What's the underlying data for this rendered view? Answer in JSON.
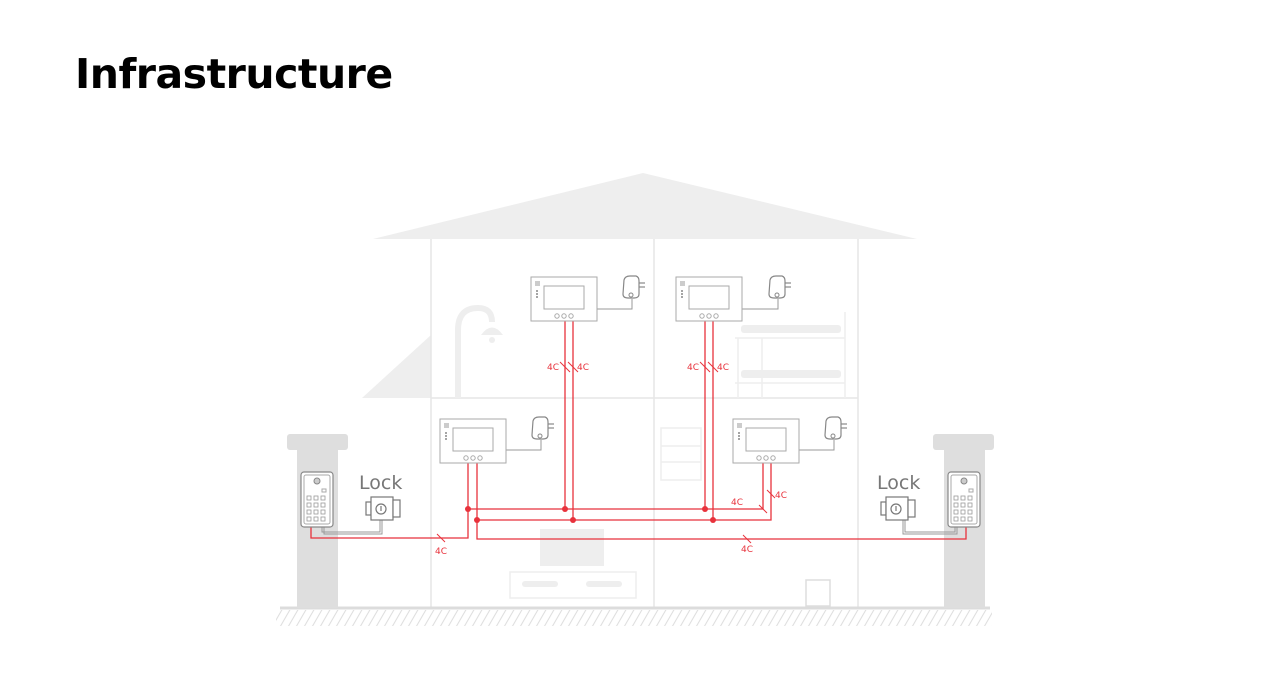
{
  "page": {
    "title": "Infrastructure"
  },
  "diagram": {
    "lock_label_left": "Lock",
    "lock_label_right": "Lock",
    "wire_labels": {
      "top_left_a": "4C",
      "top_left_b": "4C",
      "top_right_a": "4C",
      "top_right_b": "4C",
      "bottom_right_a": "4C",
      "bottom_right_b": "4C",
      "bus_left": "4C",
      "bus_right": "4C"
    },
    "colors": {
      "wire": "#e8323c",
      "house": "#eeeeee",
      "device": "#999999"
    }
  }
}
